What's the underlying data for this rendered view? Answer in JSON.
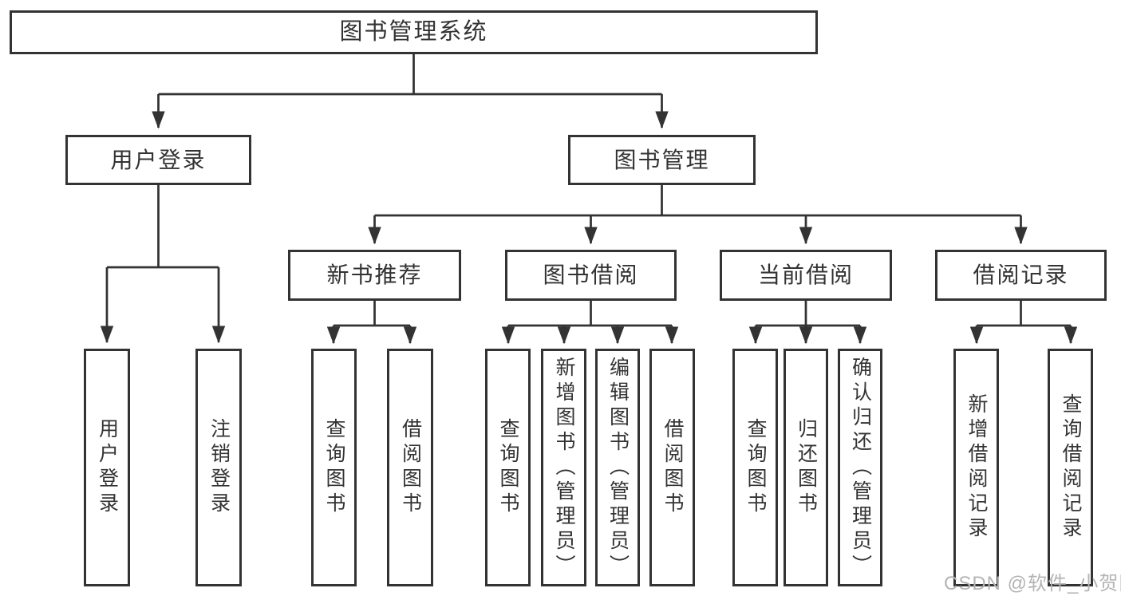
{
  "diagram": {
    "root": {
      "label": "图书管理系统"
    },
    "branches": [
      {
        "label": "用户登录",
        "children": [
          {
            "label": "用户登录"
          },
          {
            "label": "注销登录"
          }
        ]
      },
      {
        "label": "图书管理",
        "children": [
          {
            "label": "新书推荐",
            "children": [
              {
                "label": "查询图书"
              },
              {
                "label": "借阅图书"
              }
            ]
          },
          {
            "label": "图书借阅",
            "children": [
              {
                "label": "查询图书"
              },
              {
                "label": "新增图书（管理员）"
              },
              {
                "label": "编辑图书（管理员）"
              },
              {
                "label": "借阅图书"
              }
            ]
          },
          {
            "label": "当前借阅",
            "children": [
              {
                "label": "查询图书"
              },
              {
                "label": "归还图书"
              },
              {
                "label": "确认归还（管理员）"
              }
            ]
          },
          {
            "label": "借阅记录",
            "children": [
              {
                "label": "新增借阅记录"
              },
              {
                "label": "查询借阅记录"
              }
            ]
          }
        ]
      }
    ]
  },
  "watermark": {
    "text": "CSDN @软件_小贺同学"
  },
  "colors": {
    "line": "#333333",
    "box-border": "#333333",
    "text": "#333333",
    "watermark": "#b4b4b4",
    "background": "#ffffff"
  }
}
